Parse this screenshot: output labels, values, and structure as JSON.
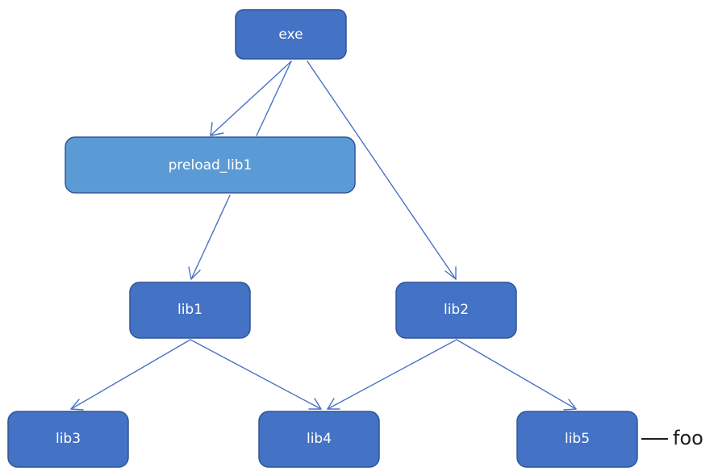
{
  "nodes": {
    "exe": {
      "label": "exe"
    },
    "preload_lib1": {
      "label": "preload_lib1"
    },
    "lib1": {
      "label": "lib1"
    },
    "lib2": {
      "label": "lib2"
    },
    "lib3": {
      "label": "lib3"
    },
    "lib4": {
      "label": "lib4"
    },
    "lib5": {
      "label": "lib5"
    }
  },
  "annotation": {
    "text": "foo"
  },
  "colors": {
    "node_fill": "#4472c4",
    "node_stroke": "#2f5597",
    "highlight_fill": "#5b9bd5",
    "edge": "#4a72c4",
    "annotation_line": "#1e1e1e"
  }
}
